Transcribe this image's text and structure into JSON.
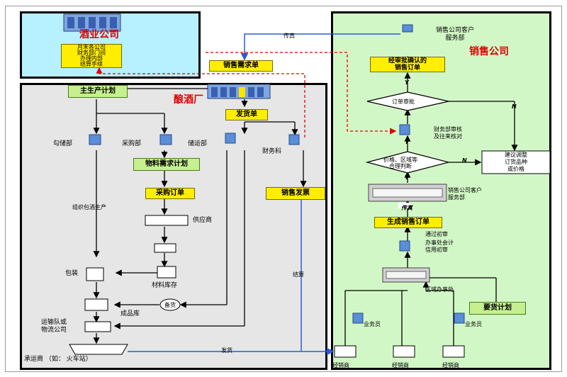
{
  "panels": {
    "winery": "酒业公司",
    "brewery": "酿酒厂",
    "sales": "销售公司"
  },
  "winery_box": [
    "月末各公司",
    "财务部门间",
    "办理内部",
    "结算手续"
  ],
  "doc_labels": {
    "sales_request": "销售需求单",
    "master_plan": "主生产计划",
    "shipping_order": "发货单",
    "material_plan": "物料需求计划",
    "purchase_order": "采购订单",
    "sales_invoice": "销售发票",
    "approved_order": [
      "经审批确认的",
      "销售订单"
    ],
    "generate_order": "生成销售订单",
    "stock_plan": "要货计划"
  },
  "brewery_text": {
    "brew_dept": "勾储部",
    "purchase_dept": "采购部",
    "storage_dept": "储运部",
    "finance_dept": "财务科",
    "organize": "组织包酒生产",
    "supplier": "供应商",
    "packaging": "包装",
    "material_stock": "材料库存",
    "spare": "备货",
    "finished_stock": "成品库",
    "transport": [
      "运输队或",
      "物流公司"
    ],
    "carrier": "承运商 （如： 火车站）"
  },
  "flow_text": {
    "fax": "传真",
    "settle": "结算",
    "ship": "发货"
  },
  "sales_text": {
    "cs_top": [
      "销售公司客户",
      "服务部"
    ],
    "order_review": "订单审批",
    "finance_review": [
      "财务部审核",
      "及往来核对"
    ],
    "price_check": [
      "价格、区域等",
      "合理判断"
    ],
    "suggest": [
      "建议调整",
      "订货品种",
      "或价格"
    ],
    "cs_mid": [
      "销售公司客户",
      "服务部"
    ],
    "pass_check": "通过初审",
    "office_check": [
      "办事处会计",
      "信用初审"
    ],
    "office": "区域办事处",
    "salesman": "业务员",
    "dealer": "经销商"
  },
  "markers": {
    "yes": "Y",
    "no": "N",
    "fax_mark": "传真"
  },
  "colors": {
    "sales_bg": "#d2f7c6",
    "brew_bg": "#e6e6e6",
    "winery_bg": "#b7f0ff",
    "doc_yellow": "#ffee00",
    "title_red": "#e00000",
    "blue_line": "#2a5bd7",
    "red_dash": "#e00000"
  }
}
